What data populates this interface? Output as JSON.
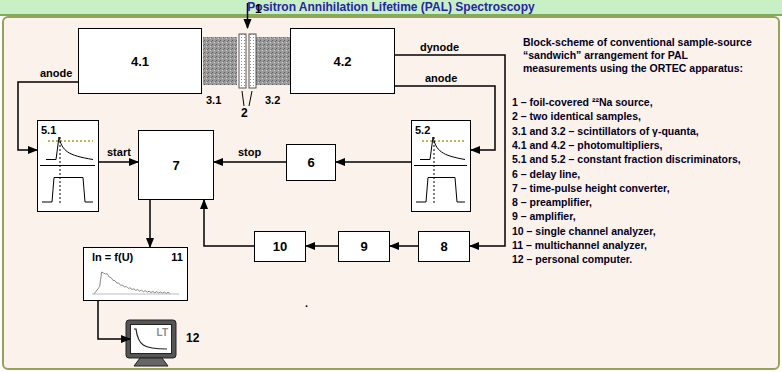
{
  "diagram": {
    "title": "Positron Annihilation Lifetime (PAL) Spectroscopy",
    "nodes": [
      {
        "text": [
          "4.1"
        ]
      },
      {
        "text": [
          "4.2"
        ]
      },
      {
        "text": [
          "5.1"
        ]
      },
      {
        "text": [
          "7"
        ]
      },
      {
        "text": [
          "6"
        ]
      },
      {
        "text": [
          "5.2"
        ]
      },
      {
        "text": [
          "8"
        ]
      },
      {
        "text": [
          "9"
        ]
      },
      {
        "text": [
          "10"
        ]
      },
      {
        "text": [
          "ln = f(U)",
          "11"
        ]
      },
      {
        "text": [
          "LT"
        ]
      }
    ],
    "edges": [
      {
        "from": 0,
        "to": 2,
        "arrow": "to"
      },
      {
        "from": 1,
        "to": 5,
        "arrow": "to"
      },
      {
        "from": 1,
        "to": 6,
        "arrow": "to"
      },
      {
        "from": 2,
        "to": 3,
        "label": "start",
        "arrow": "to"
      },
      {
        "from": 5,
        "to": 4,
        "arrow": "to"
      },
      {
        "from": 4,
        "to": 3,
        "label": "stop",
        "arrow": "to"
      },
      {
        "from": 6,
        "to": 7,
        "arrow": "to"
      },
      {
        "from": 7,
        "to": 8,
        "arrow": "to"
      },
      {
        "from": 8,
        "to": 3,
        "arrow": "to"
      },
      {
        "from": 3,
        "to": 9,
        "arrow": "to"
      },
      {
        "from": 9,
        "to": 10,
        "arrow": "to"
      }
    ],
    "labels": [
      "1",
      "2",
      "3.1",
      "3.2",
      "anode",
      "dynode",
      "anode",
      "12",
      ".",
      "Block-scheme of conventional sample-source “sandwich” arrangement for PAL measurements using the ORTEC apparatus:",
      "1 – foil-covered ²²Na source,",
      "2 – two identical samples,",
      "3.1 and 3.2 – scintillators of γ-quanta,",
      "4.1 and 4.2 – photomultipliers,",
      "5.1 and 5.2 – constant fraction discriminators,",
      "6 – delay line,",
      "7 – time-pulse height converter,",
      "8 – preamplifier,",
      "9 – amplifier,",
      "10 – single channel analyzer,",
      "11 – multichannel analyzer,",
      "12 – personal computer."
    ]
  }
}
